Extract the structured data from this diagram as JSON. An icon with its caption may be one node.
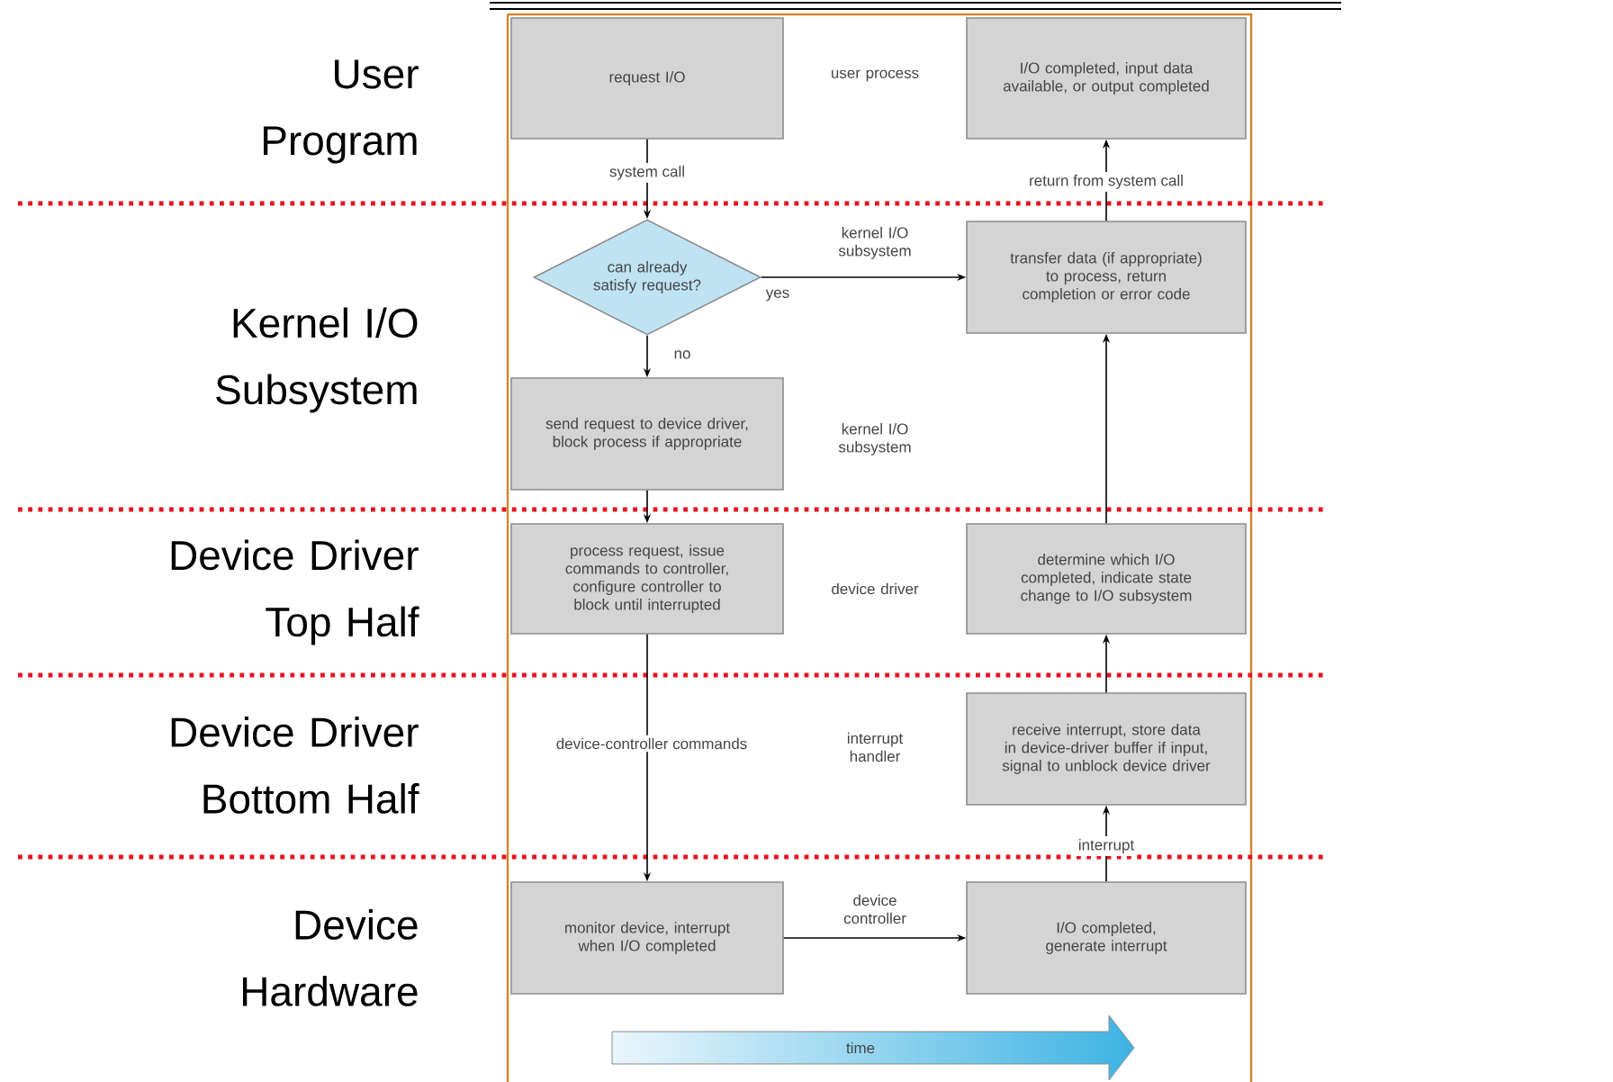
{
  "diagram": {
    "nodes": [
      {
        "text": [
          "request I/O"
        ]
      },
      {
        "text": [
          "I/O completed, input data available, or output completed"
        ]
      },
      {
        "text": [
          "can already satisfy request?"
        ]
      },
      {
        "text": [
          "transfer data (if appropriate) to process, return completion or error code"
        ]
      },
      {
        "text": [
          "send request to device driver, block process if appropriate"
        ]
      },
      {
        "text": [
          "process request, issue commands to controller, configure controller to block until interrupted"
        ]
      },
      {
        "text": [
          "determine which I/O completed, indicate state change to I/O subsystem"
        ]
      },
      {
        "text": [
          "receive interrupt, store data in device-driver buffer if input, signal to unblock device driver"
        ]
      },
      {
        "text": [
          "monitor device, interrupt when I/O completed"
        ]
      },
      {
        "text": [
          "I/O completed, generate interrupt"
        ]
      },
      {
        "text": [
          "time"
        ]
      }
    ],
    "edges": [
      {
        "from": 0,
        "to": 2,
        "arrow": "to",
        "label": "system call"
      },
      {
        "from": 2,
        "to": 3,
        "arrow": "to",
        "label": "yes"
      },
      {
        "from": 2,
        "to": 4,
        "arrow": "to",
        "label": "no"
      },
      {
        "from": 4,
        "to": 5,
        "arrow": "to"
      },
      {
        "from": 5,
        "to": 8,
        "arrow": "to",
        "label": "device-controller commands"
      },
      {
        "from": 8,
        "to": 9,
        "arrow": "to"
      },
      {
        "from": 9,
        "to": 7,
        "arrow": "to",
        "label": "interrupt"
      },
      {
        "from": 7,
        "to": 6,
        "arrow": "to"
      },
      {
        "from": 6,
        "to": 3,
        "arrow": "to"
      },
      {
        "from": 3,
        "to": 1,
        "arrow": "to",
        "label": "return from system call"
      }
    ],
    "labels": [
      "User Program",
      "user process",
      "Kernel I/O Subsystem",
      "kernel I/O subsystem",
      "kernel I/O subsystem",
      "Device Driver Top Half",
      "device driver",
      "Device Driver Bottom Half",
      "interrupt handler",
      "Device Hardware",
      "device controller"
    ]
  }
}
